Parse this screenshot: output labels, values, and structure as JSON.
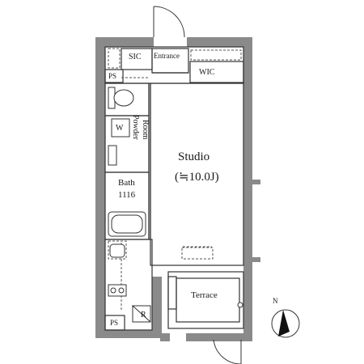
{
  "rooms": {
    "sic": "SIC",
    "entrance": "Entrance",
    "wic": "WIC",
    "ps_top": "PS",
    "ps_bottom": "PS",
    "washer": "W",
    "powder_room_line1": "Powder",
    "powder_room_line2": "Room",
    "bath": "Bath",
    "bath_size": "1116",
    "studio": "Studio",
    "studio_area": "(≒10.0J)",
    "terrace": "Terrace",
    "refrigerator": "R"
  },
  "compass": {
    "north": "N"
  },
  "colors": {
    "wall": "#8a8a8a",
    "line": "#333333",
    "dash": "#555555"
  }
}
